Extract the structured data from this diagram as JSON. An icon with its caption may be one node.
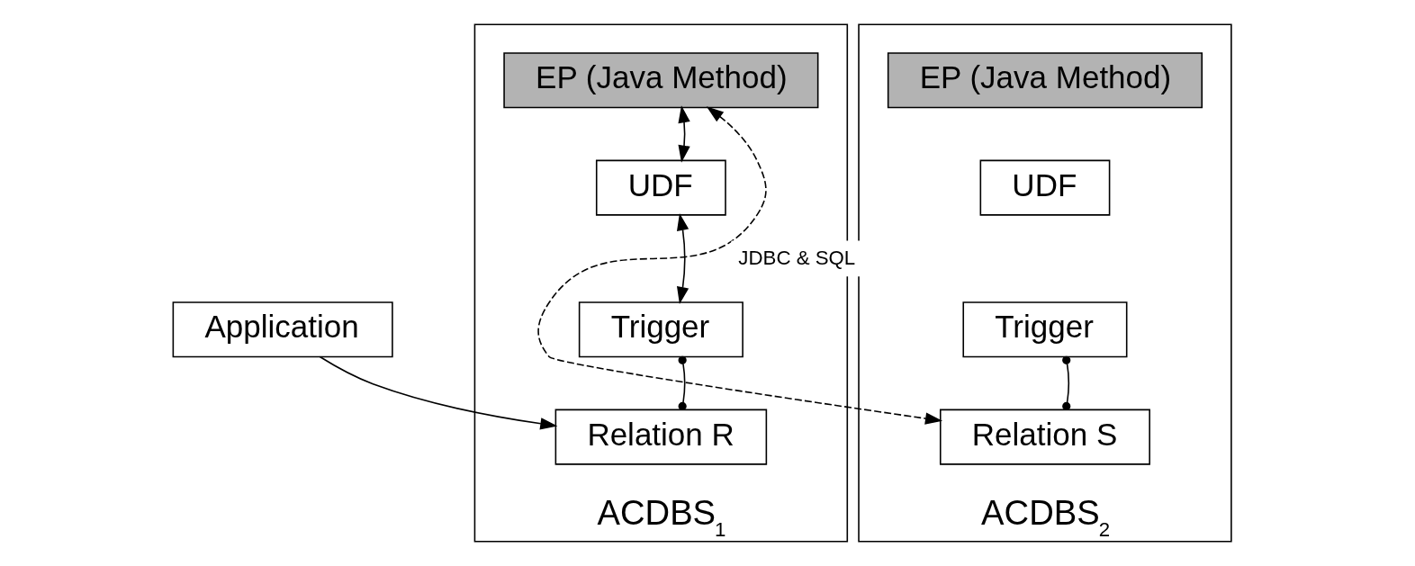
{
  "diagram": {
    "nodes": [
      {
        "text": [
          "ACDBS$_{1}$"
        ]
      },
      {
        "text": [
          "EP (Java Method)"
        ],
        "in": 0
      },
      {
        "text": [
          "UDF"
        ],
        "in": 0
      },
      {
        "text": [
          "Trigger"
        ],
        "in": 0
      },
      {
        "text": [
          "Relation R"
        ],
        "in": 0
      },
      {
        "text": [
          "Application"
        ]
      },
      {
        "text": [
          "ACDBS$_{2}$"
        ]
      },
      {
        "text": [
          "EP (Java Method)"
        ],
        "in": 6
      },
      {
        "text": [
          "UDF"
        ],
        "in": 6
      },
      {
        "text": [
          "Trigger"
        ],
        "in": 6
      },
      {
        "text": [
          "Relation S"
        ],
        "in": 6
      }
    ],
    "edges": [
      {
        "from": 1,
        "to": 2,
        "arrow": "both"
      },
      {
        "from": 2,
        "to": 3,
        "arrow": "both"
      },
      {
        "from": 3,
        "to": 4,
        "arrow": "other"
      },
      {
        "from": 5,
        "to": 4,
        "arrow": "to"
      },
      {
        "from": 1,
        "to": 10,
        "arrow": "both",
        "style": "dashed",
        "label": "JDBC & SQL"
      },
      {
        "from": 9,
        "to": 10,
        "arrow": "other"
      }
    ]
  }
}
